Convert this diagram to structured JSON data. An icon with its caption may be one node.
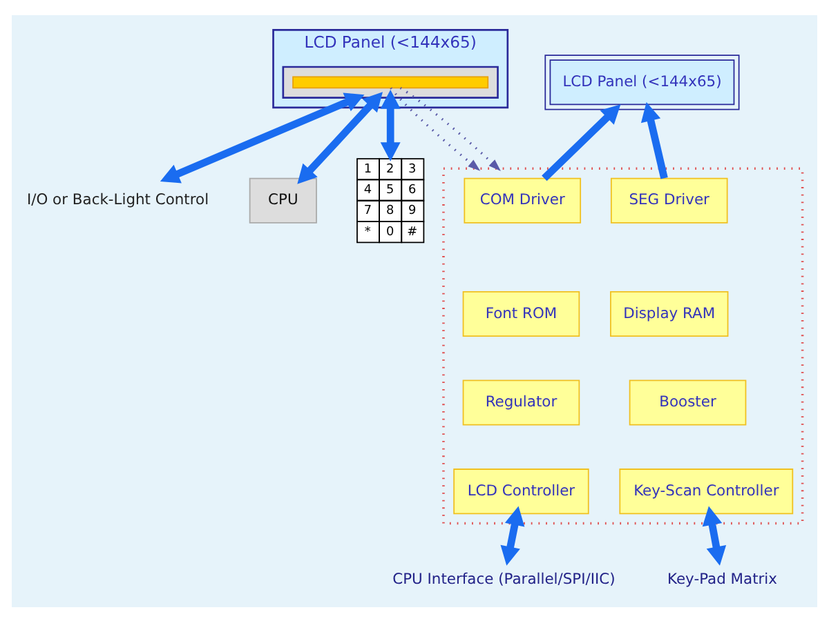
{
  "diagram": {
    "nodes": [
      {
        "text": [
          "LCD Panel (<144x65)"
        ]
      },
      {
        "text": [],
        "shape": "bar",
        "in": 0
      },
      {
        "text": [],
        "shape": "bar",
        "in": 1
      },
      {
        "text": [
          "I/O or Back-Light Control"
        ]
      },
      {
        "text": [
          "CPU"
        ]
      },
      {
        "text": [
          "1",
          "2",
          "3",
          "4",
          "5",
          "6",
          "7",
          "8",
          "9",
          "*",
          "0",
          "#"
        ]
      },
      {
        "text": [
          "LCD Panel (<144x65)"
        ]
      },
      {
        "text": [],
        "shape": "box"
      },
      {
        "text": [
          "COM Driver"
        ],
        "in": 7
      },
      {
        "text": [
          "SEG Driver"
        ],
        "in": 7
      },
      {
        "text": [
          "Font ROM"
        ],
        "in": 7
      },
      {
        "text": [
          "Display RAM"
        ],
        "in": 7
      },
      {
        "text": [
          "Regulator"
        ],
        "in": 7
      },
      {
        "text": [
          "Booster"
        ],
        "in": 7
      },
      {
        "text": [
          "LCD Controller"
        ],
        "in": 7
      },
      {
        "text": [
          "Key-Scan Controller"
        ],
        "in": 7
      },
      {
        "text": [
          "CPU Interface (Parallel/SPI/IIC)"
        ]
      },
      {
        "text": [
          "Key-Pad Matrix"
        ]
      }
    ],
    "edges": [
      {
        "from": 1,
        "to": 3,
        "arrow": "both"
      },
      {
        "from": 1,
        "to": 4,
        "arrow": "both"
      },
      {
        "from": 1,
        "to": 5,
        "arrow": "both"
      },
      {
        "from": 2,
        "to": 7,
        "arrow": "to",
        "style": "dashed",
        "color": "#5a5aa8"
      },
      {
        "from": 2,
        "to": 7,
        "arrow": "to",
        "style": "dashed",
        "color": "#5a5aa8"
      },
      {
        "from": 8,
        "to": 6,
        "arrow": "to"
      },
      {
        "from": 9,
        "to": 6,
        "arrow": "to"
      },
      {
        "from": 14,
        "to": 16,
        "arrow": "both"
      },
      {
        "from": 15,
        "to": 17,
        "arrow": "both"
      }
    ]
  }
}
